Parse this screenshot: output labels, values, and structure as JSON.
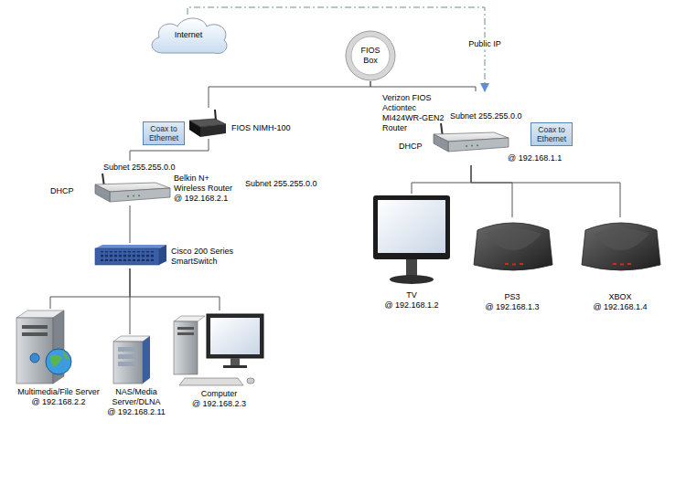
{
  "diagram": {
    "nodes": [
      {
        "text": [
          "Internet"
        ]
      },
      {
        "text": [
          "FIOS Box"
        ]
      },
      {
        "text": [
          "Verizon FIOS Actiontec MI424WR-GEN2 Router",
          "Subnet 255.255.0.0",
          "DHCP",
          "@ 192.168.1.1"
        ]
      },
      {
        "text": [
          "Coax to Ethernet"
        ]
      },
      {
        "text": [
          "FIOS NIMH-100"
        ]
      },
      {
        "text": [
          "Coax to Ethernet"
        ]
      },
      {
        "text": [
          "Subnet 255.255.0.0",
          "DHCP",
          "Belkin N+ Wireless Router @ 192.168.2.1"
        ]
      },
      {
        "text": [
          "Cisco 200 Series SmartSwitch"
        ]
      },
      {
        "text": [
          "TV",
          "@ 192.168.1.2"
        ]
      },
      {
        "text": [
          "PS3",
          "@ 192.168.1.3"
        ]
      },
      {
        "text": [
          "XBOX",
          "@ 192.168.1.4"
        ]
      },
      {
        "text": [
          "Multimedia/File Server",
          "@ 192.168.2.2"
        ]
      },
      {
        "text": [
          "NAS/Media Server/DLNA",
          "@ 192.168.2.11"
        ]
      },
      {
        "text": [
          "Computer",
          "@ 192.168.2.3"
        ]
      }
    ],
    "edges": [
      {
        "from": 0,
        "to": 2,
        "arrow": "to",
        "label": "Public IP"
      },
      {
        "from": 1,
        "to": 4,
        "arrow": "none"
      },
      {
        "from": 1,
        "to": 2,
        "arrow": "none"
      },
      {
        "from": 4,
        "to": 6,
        "arrow": "none"
      },
      {
        "from": 6,
        "to": 7,
        "arrow": "none"
      },
      {
        "from": 2,
        "to": 8,
        "arrow": "none"
      },
      {
        "from": 2,
        "to": 9,
        "arrow": "none"
      },
      {
        "from": 2,
        "to": 10,
        "arrow": "none"
      },
      {
        "from": 7,
        "to": 11,
        "arrow": "none"
      },
      {
        "from": 7,
        "to": 12,
        "arrow": "none"
      },
      {
        "from": 7,
        "to": 13,
        "arrow": "none"
      }
    ],
    "labels": [
      "Subnet 255.255.0.0"
    ]
  }
}
